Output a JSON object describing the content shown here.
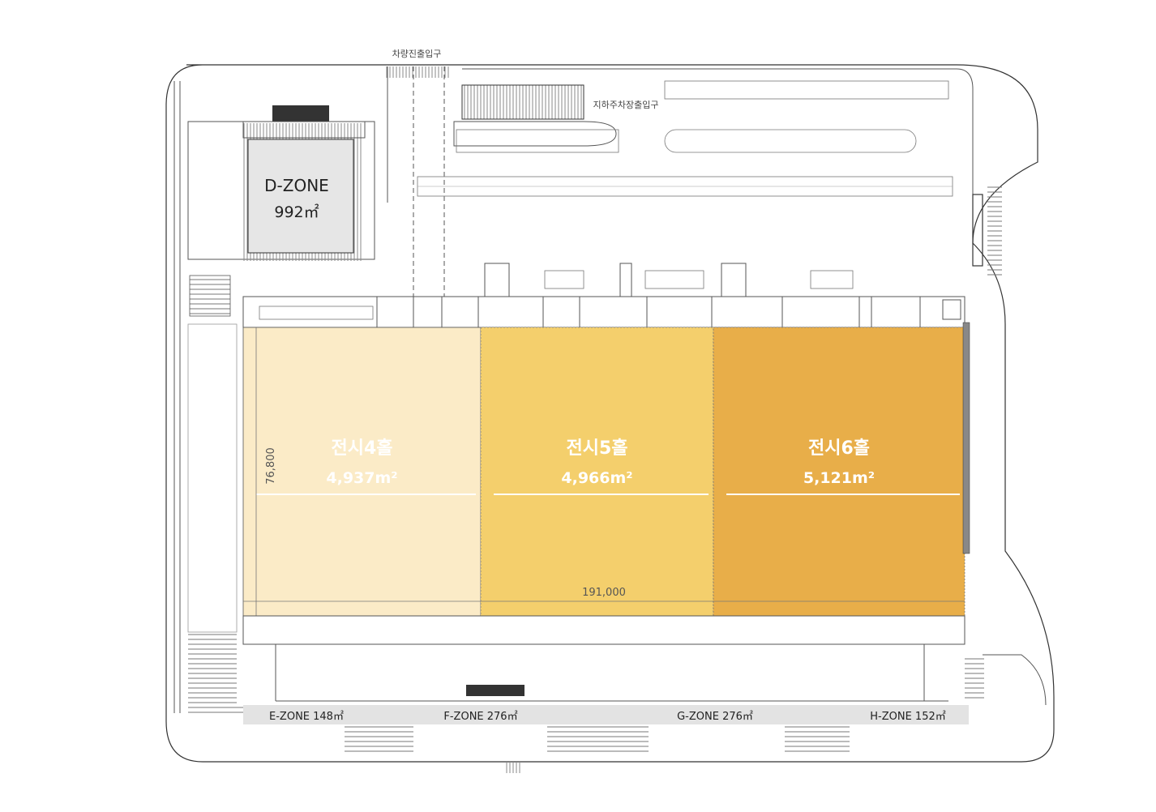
{
  "labels": {
    "vehicle_entrance": "차량진출입구",
    "underground_parking_entrance": "지하주차장출입구"
  },
  "d_zone": {
    "name": "D-ZONE",
    "area": "992㎡"
  },
  "halls": [
    {
      "name": "전시4홀",
      "area": "4,937m²",
      "color": "#fbebc7"
    },
    {
      "name": "전시5홀",
      "area": "4,966m²",
      "color": "#f4cf6c"
    },
    {
      "name": "전시6홀",
      "area": "5,121m²",
      "color": "#e8ae49"
    }
  ],
  "dimensions": {
    "width": "191,000",
    "depth": "76,800"
  },
  "bottom_zones": [
    {
      "label": "E-ZONE 148㎡"
    },
    {
      "label": "F-ZONE 276㎡"
    },
    {
      "label": "G-ZONE 276㎡"
    },
    {
      "label": "H-ZONE 152㎡"
    }
  ],
  "colors": {
    "line": "#333333",
    "d_zone_fill": "#e6e6e6",
    "zone_band": "#e3e3e3"
  }
}
